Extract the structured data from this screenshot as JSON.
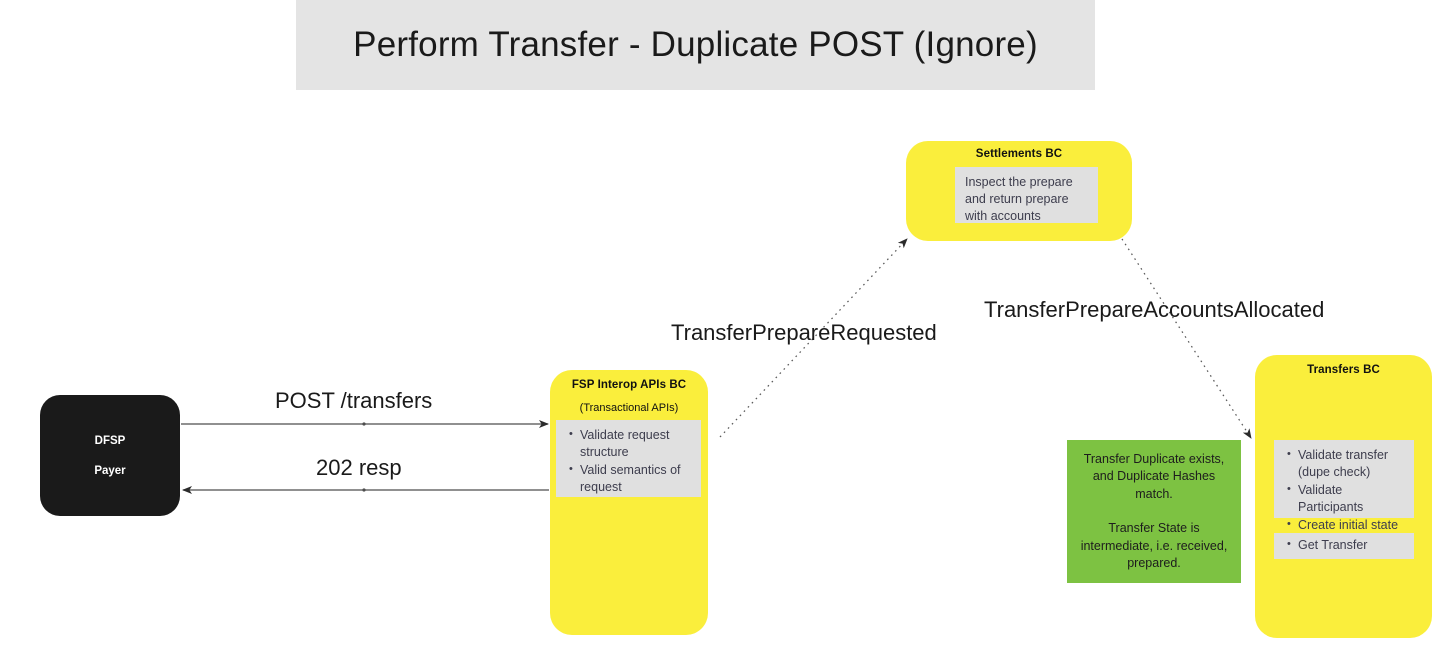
{
  "title": {
    "text": "Perform Transfer - Duplicate POST (Ignore)"
  },
  "colors": {
    "title_band": "#e4e4e4",
    "bc_yellow": "#faee3c",
    "note_green": "#7dc242",
    "panel_gray": "#e0e0e0",
    "actor_black": "#1a1a1a",
    "edge_stroke": "#4d4d4d"
  },
  "actor": {
    "line1": "DFSP",
    "line2": "Payer"
  },
  "fsp_bc": {
    "title": "FSP Interop APIs BC",
    "subtitle": "(Transactional APIs)",
    "items": [
      "Validate request structure",
      "Valid semantics of request"
    ]
  },
  "settlements_bc": {
    "title": "Settlements BC",
    "note": "Inspect the prepare and return prepare with accounts"
  },
  "transfers_bc": {
    "title": "Transfers BC",
    "items_primary": [
      "Validate transfer (dupe check)",
      "Validate Participants",
      "Create initial state"
    ],
    "items_secondary": [
      "Get Transfer"
    ]
  },
  "green_note": {
    "paragraph1": "Transfer Duplicate exists, and Duplicate Hashes match.",
    "paragraph2": "Transfer State is intermediate, i.e. received, prepared."
  },
  "edges": {
    "post_transfers": "POST /transfers",
    "resp_202": "202 resp",
    "transfer_prepare_requested": "TransferPrepareRequested",
    "transfer_prepare_accounts_allocated": "TransferPrepareAccountsAllocated"
  }
}
